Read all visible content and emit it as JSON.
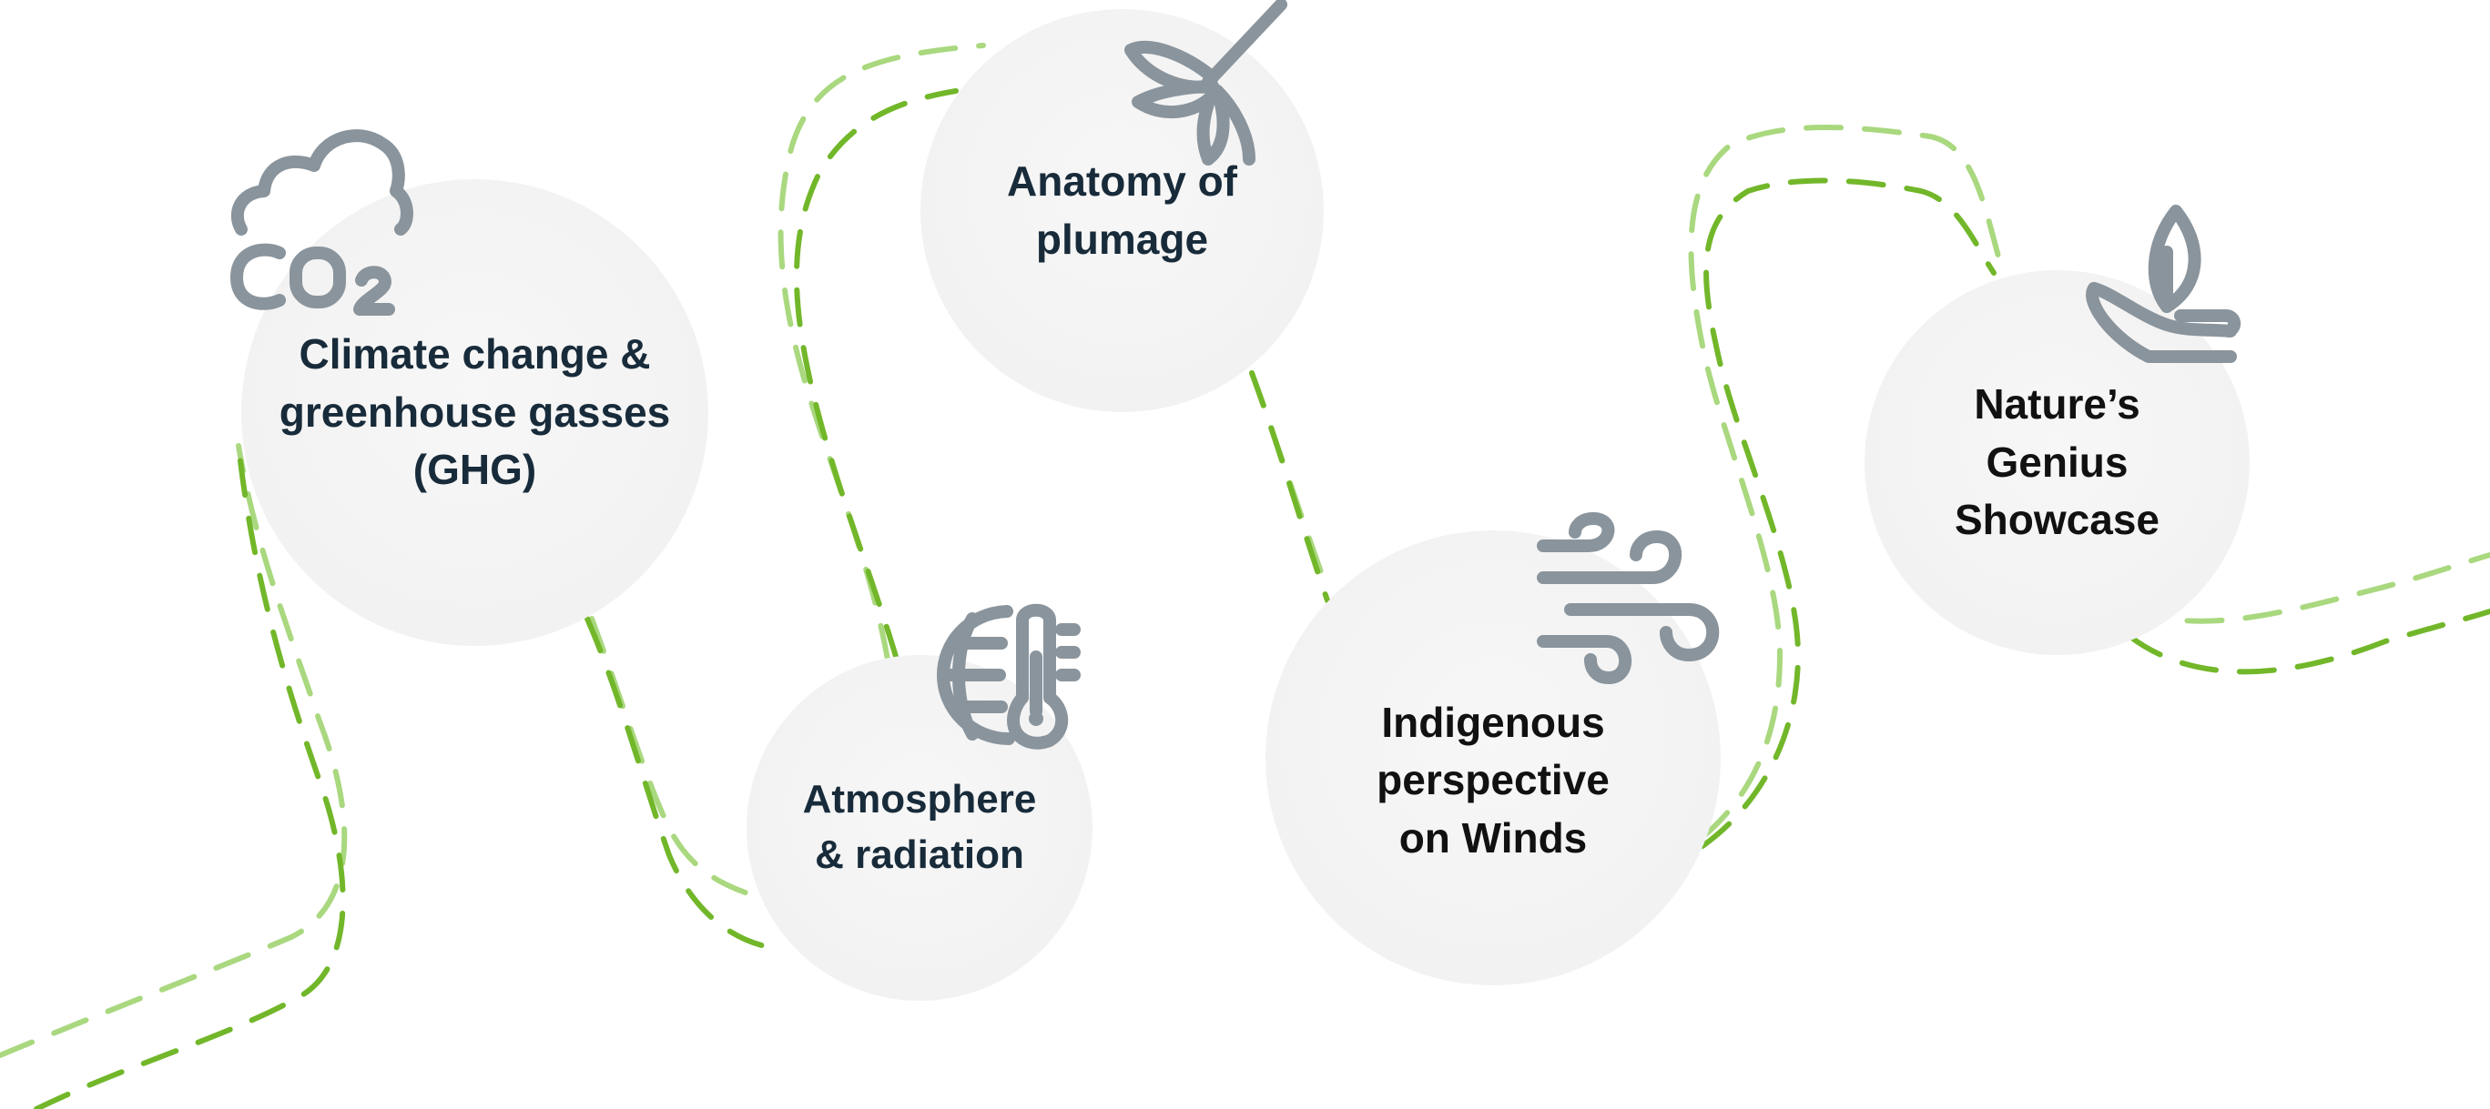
{
  "diagram": {
    "colors": {
      "path_light": "#a9d87f",
      "path_dark": "#72b72a",
      "node_fill": "#f2f2f2",
      "icon": "#8a949c",
      "label_dark": "#182b3a",
      "label_black": "#111111"
    },
    "nodes": [
      {
        "id": "climate",
        "label": "Climate change &\ngreenhouse gasses\n(GHG)",
        "icon": "co2-cloud-icon"
      },
      {
        "id": "atmosphere",
        "label": "Atmosphere\n& radiation",
        "icon": "globe-thermometer-icon"
      },
      {
        "id": "plumage",
        "label": "Anatomy of\nplumage",
        "icon": "feather-icon"
      },
      {
        "id": "winds",
        "label": "Indigenous\nperspective\non Winds",
        "icon": "wind-icon"
      },
      {
        "id": "nature",
        "label": "Nature’s\nGenius\nShowcase",
        "icon": "hand-plant-icon"
      }
    ]
  }
}
